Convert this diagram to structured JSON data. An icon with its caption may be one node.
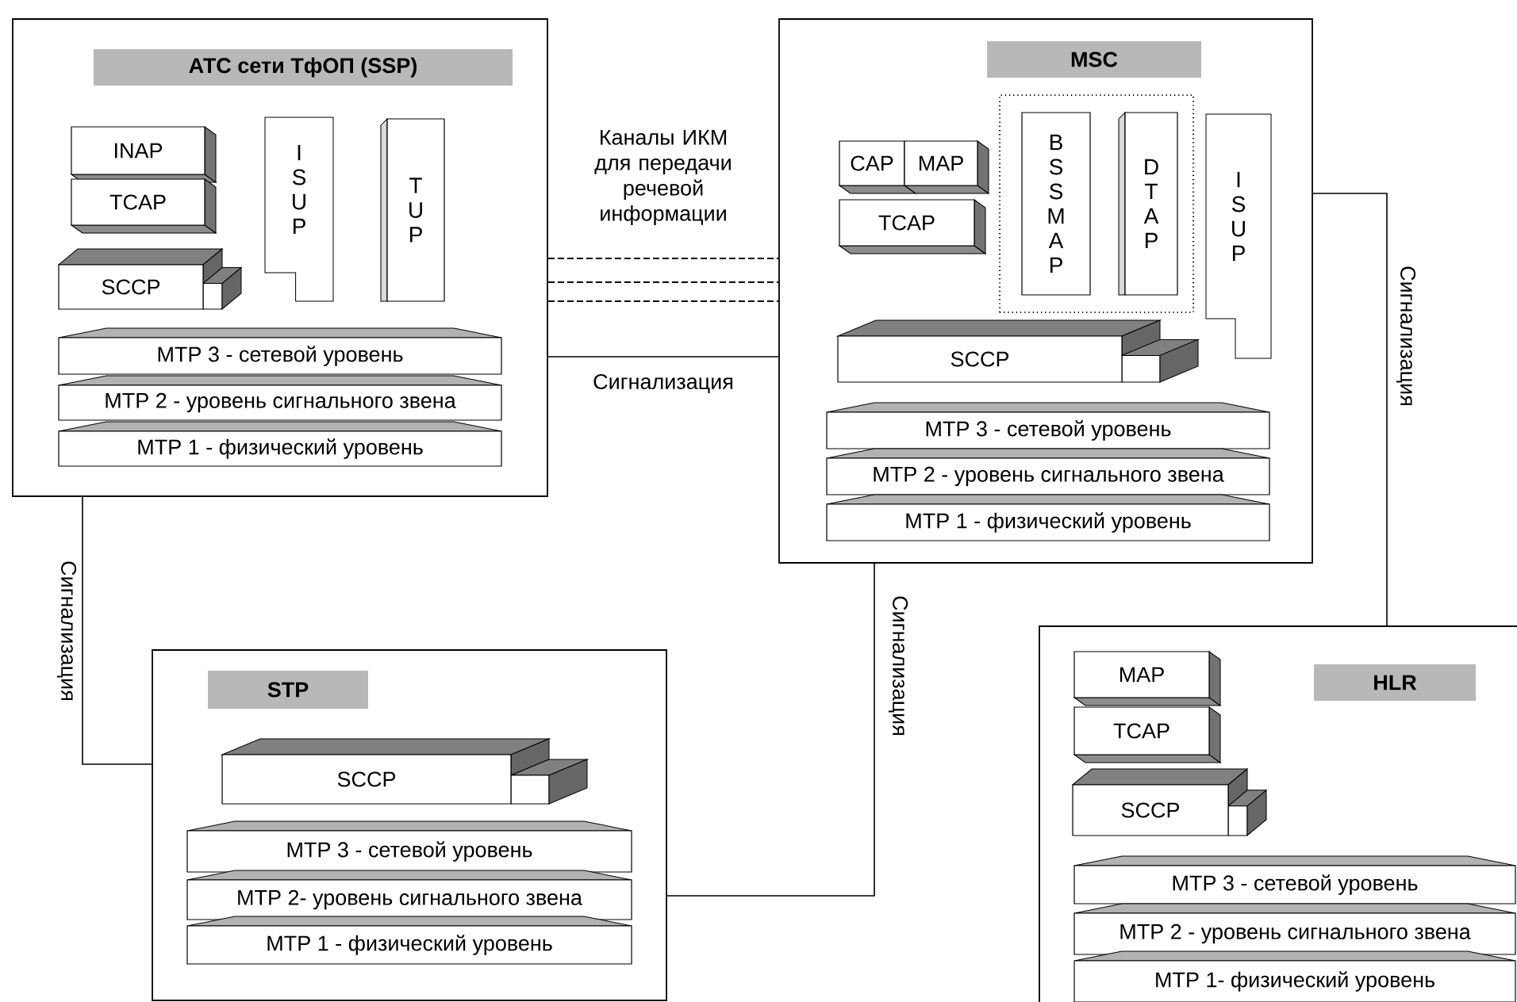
{
  "diagram": {
    "nodes": [
      {
        "text": [],
        "shape": "box"
      },
      {
        "text": [
          "АТС сети ТфОП  (SSP)"
        ],
        "in": 0
      },
      {
        "text": [
          "INAP"
        ],
        "in": 0
      },
      {
        "text": [
          "TCAP"
        ],
        "in": 0
      },
      {
        "text": [
          "SCCP"
        ],
        "in": 0
      },
      {
        "text": [
          "ISUP"
        ],
        "in": 0
      },
      {
        "text": [
          "TUP"
        ],
        "in": 0
      },
      {
        "text": [
          "MTP 3 - сетевой уровень"
        ],
        "in": 0
      },
      {
        "text": [
          "MTP 2 - уровень сигнального звена"
        ],
        "in": 0
      },
      {
        "text": [
          "MTP 1 - физический уровень"
        ],
        "in": 0
      },
      {
        "text": [],
        "shape": "box"
      },
      {
        "text": [
          "MSC"
        ],
        "in": 10
      },
      {
        "text": [
          "CAP"
        ],
        "in": 10
      },
      {
        "text": [
          "MAP"
        ],
        "in": 10
      },
      {
        "text": [
          "TCAP"
        ],
        "in": 10
      },
      {
        "text": [],
        "shape": "box",
        "in": 10
      },
      {
        "text": [
          "BSS MAP"
        ],
        "in": 15
      },
      {
        "text": [
          "DTAP"
        ],
        "in": 15
      },
      {
        "text": [
          "ISUP"
        ],
        "in": 10
      },
      {
        "text": [
          "SCCP"
        ],
        "in": 10
      },
      {
        "text": [
          "MTP 3 - сетевой уровень"
        ],
        "in": 10
      },
      {
        "text": [
          "MTP 2 - уровень сигнального звена"
        ],
        "in": 10
      },
      {
        "text": [
          "MTP 1 - физический уровень"
        ],
        "in": 10
      },
      {
        "text": [],
        "shape": "box"
      },
      {
        "text": [
          "STP"
        ],
        "in": 23
      },
      {
        "text": [
          "SCCP"
        ],
        "in": 23
      },
      {
        "text": [
          "MTP 3 - сетевой уровень"
        ],
        "in": 23
      },
      {
        "text": [
          "MTP 2- уровень сигнального звена"
        ],
        "in": 23
      },
      {
        "text": [
          "MTP 1 - физический уровень"
        ],
        "in": 23
      },
      {
        "text": [],
        "shape": "box"
      },
      {
        "text": [
          "HLR"
        ],
        "in": 29
      },
      {
        "text": [
          "MAP"
        ],
        "in": 29
      },
      {
        "text": [
          "TCAP"
        ],
        "in": 29
      },
      {
        "text": [
          "SCCP"
        ],
        "in": 29
      },
      {
        "text": [
          "MTP 3 - сетевой уровень"
        ],
        "in": 29
      },
      {
        "text": [
          "MTP 2 - уровень сигнального звена"
        ],
        "in": 29
      },
      {
        "text": [
          "MTP 1- физический уровень"
        ],
        "in": 29
      }
    ],
    "edges": [
      {
        "from": 0,
        "to": 10,
        "arrow": "none",
        "style": "dashed",
        "label": "Каналы ИКМ для передачи речевой информации"
      },
      {
        "from": 0,
        "to": 10,
        "arrow": "none",
        "style": "dashed"
      },
      {
        "from": 0,
        "to": 10,
        "arrow": "none",
        "style": "dashed"
      },
      {
        "from": 0,
        "to": 10,
        "arrow": "none",
        "label": "Сигнализация"
      },
      {
        "from": 0,
        "to": 23,
        "arrow": "none",
        "label": "Сигнализация"
      },
      {
        "from": 23,
        "to": 10,
        "arrow": "none",
        "label": "Сигнализация"
      },
      {
        "from": 10,
        "to": 29,
        "arrow": "none",
        "label": "Сигнализация"
      }
    ]
  }
}
